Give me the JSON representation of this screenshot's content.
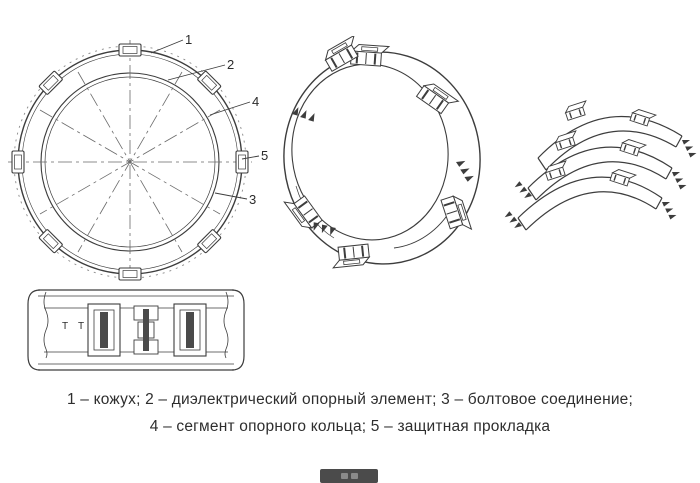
{
  "drawing": {
    "callouts": {
      "n1": "1",
      "n2": "2",
      "n3": "3",
      "n4": "4",
      "n5": "5"
    },
    "section": {
      "t_left": "Т",
      "t_right": "Т"
    },
    "colors": {
      "line": "#3d3d3d",
      "text": "#2b2b2b"
    }
  },
  "caption": {
    "line1": "1 – кожух; 2 – диэлектрический опорный элемент; 3 – болтовое соединение;",
    "line2": "4 – сегмент опорного кольца; 5 – защитная прокладка"
  }
}
